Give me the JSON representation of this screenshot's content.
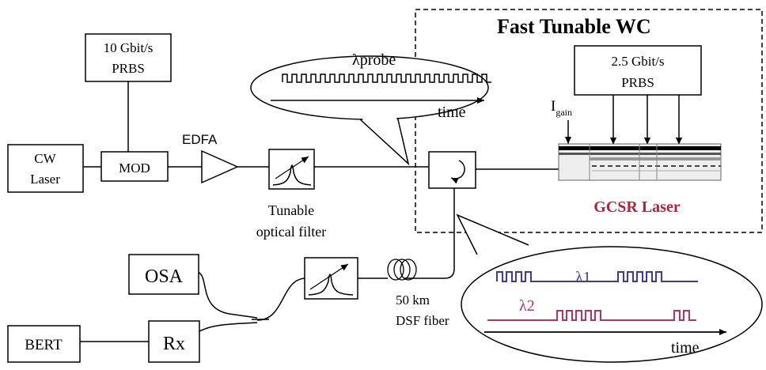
{
  "title": "Fast Tunable WC",
  "blocks": {
    "prbs10": [
      "10 Gbit/s",
      "PRBS"
    ],
    "cw_laser": [
      "CW",
      "Laser"
    ],
    "mod": "MOD",
    "edfa": "EDFA",
    "tunable_filter": [
      "Tunable",
      "optical filter"
    ],
    "prbs25": [
      "2.5 Gbit/s",
      "PRBS"
    ],
    "i_gain": {
      "main": "I",
      "sub": "gain"
    },
    "gcsr": "GCSR Laser",
    "osa": "OSA",
    "bert": "BERT",
    "rx": "Rx",
    "fiber": [
      "50 km",
      "DSF fiber"
    ]
  },
  "callout_top": {
    "label": "λprobe",
    "axis": "time"
  },
  "callout_bottom": {
    "label1": "λ1",
    "label2": "λ2",
    "axis": "time"
  },
  "colors": {
    "lambda1": "#3a3aa8",
    "lambda2": "#b0336e",
    "gcsr": "#b0243a"
  }
}
